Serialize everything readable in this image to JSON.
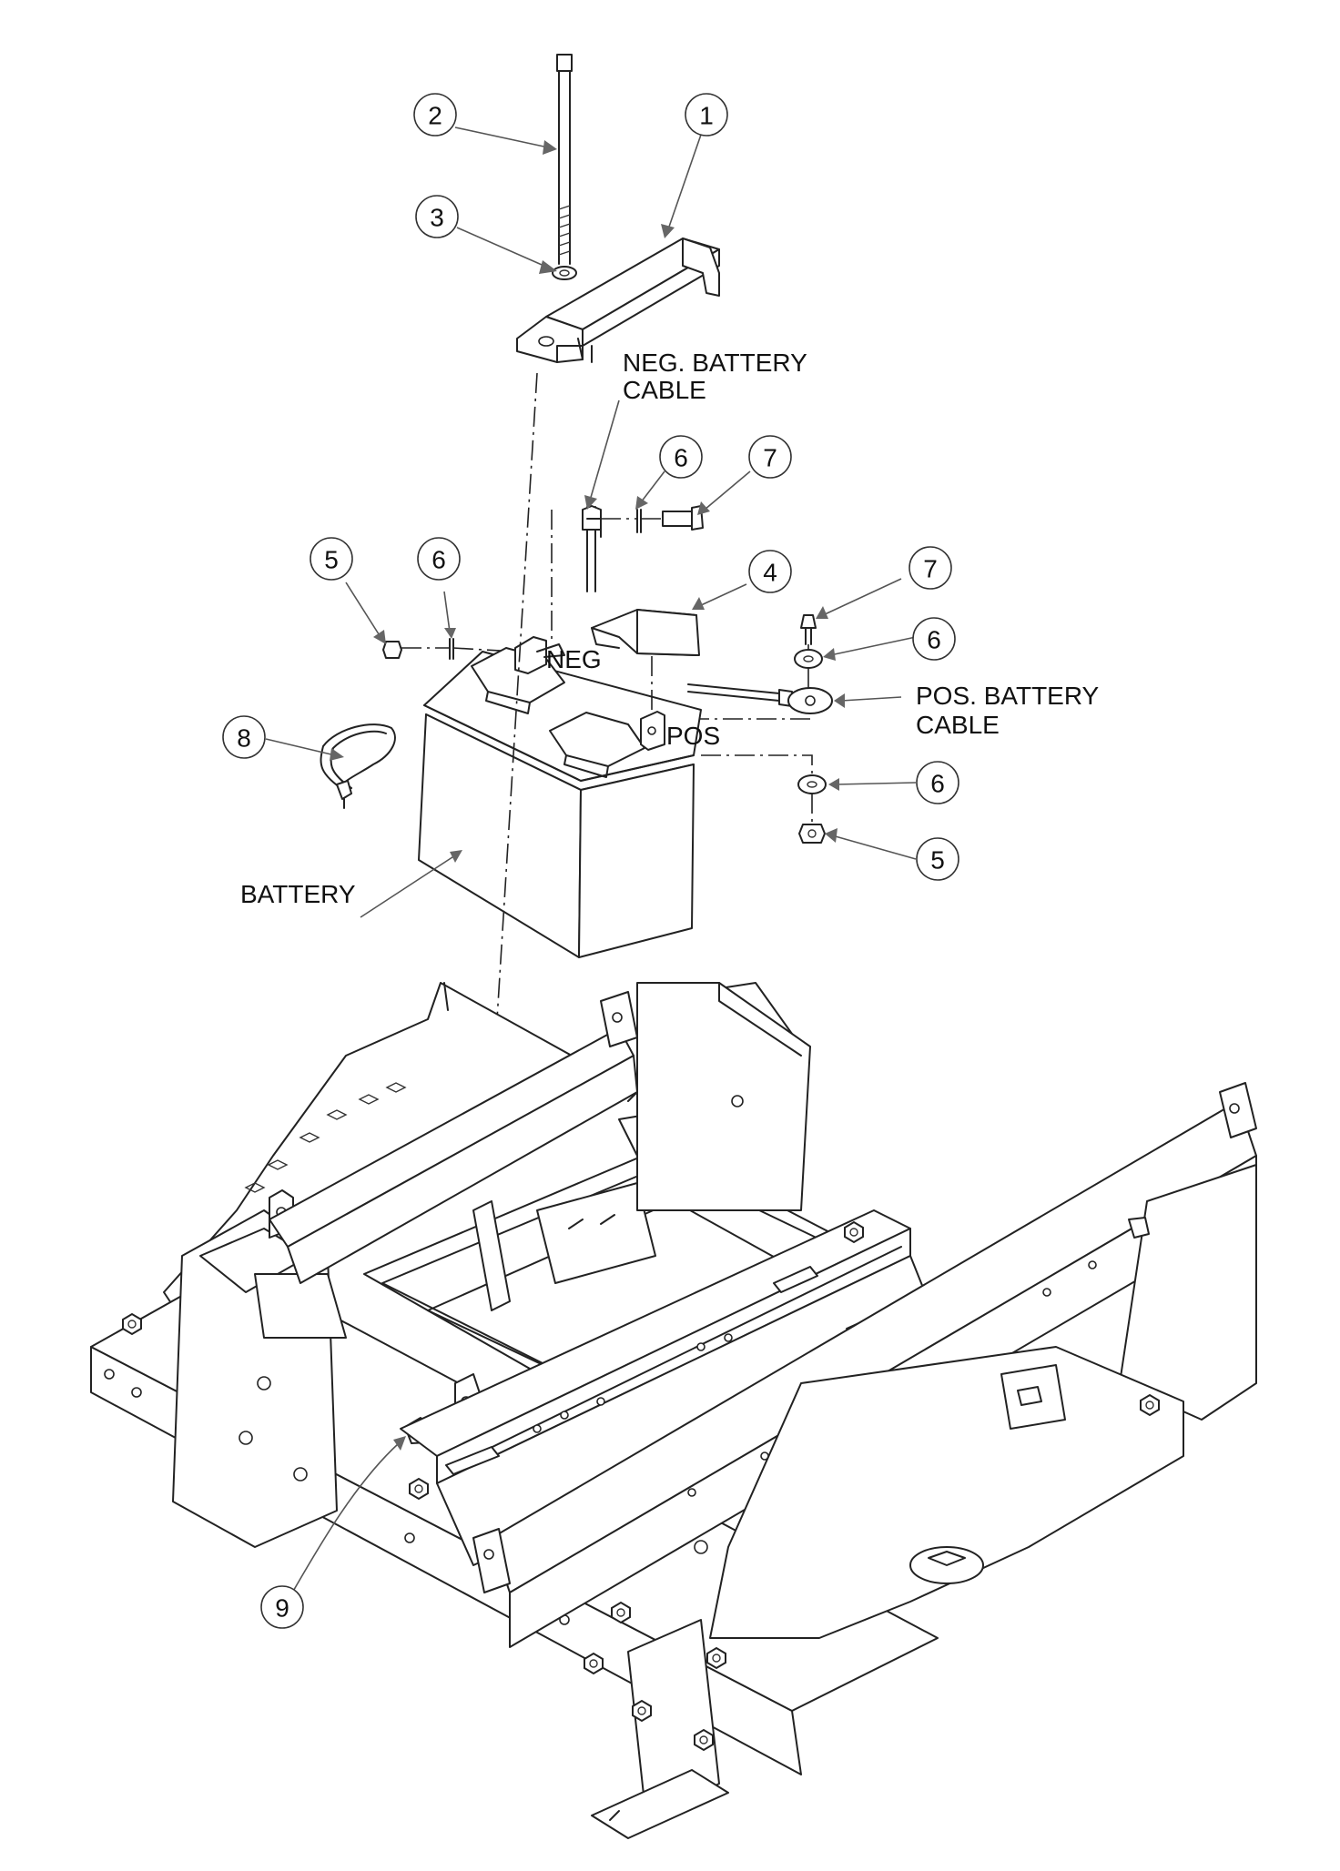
{
  "callouts": {
    "c1": "1",
    "c2": "2",
    "c3": "3",
    "c4": "4",
    "c5a": "5",
    "c5b": "5",
    "c6a": "6",
    "c6b": "6",
    "c6c": "6",
    "c6d": "6",
    "c7a": "7",
    "c7b": "7",
    "c8": "8",
    "c9": "9"
  },
  "labels": {
    "neg_cable_line1": "NEG. BATTERY",
    "neg_cable_line2": "CABLE",
    "pos_cable_line1": "POS. BATTERY",
    "pos_cable_line2": "CABLE",
    "battery": "BATTERY",
    "terminal_neg": "NEG",
    "terminal_pos": "POS"
  }
}
